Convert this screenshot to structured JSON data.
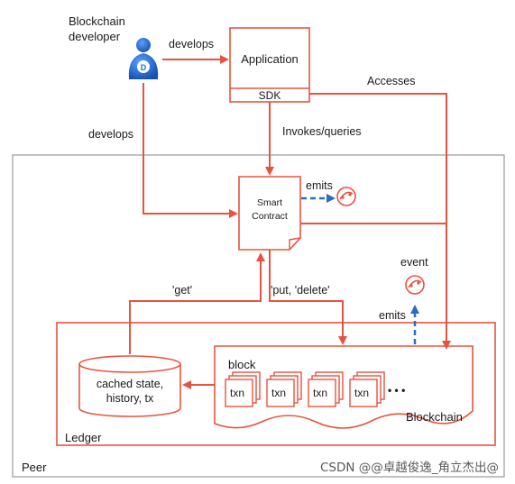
{
  "actors": {
    "developer_line1": "Blockchain",
    "developer_line2": "developer",
    "avatar_letter": "D"
  },
  "application": {
    "title": "Application",
    "sdk": "SDK"
  },
  "edges": {
    "develops_top": "develops",
    "develops_left": "develops",
    "accesses": "Accesses",
    "invokes": "Invokes/queries",
    "emits_contract": "emits",
    "emits_block": "emits",
    "get": "'get'",
    "put_delete": "'put, 'delete'"
  },
  "smart_contract": {
    "line1": "Smart",
    "line2": "Contract"
  },
  "event_label": "event",
  "ledger": {
    "label": "Ledger",
    "state_line1": "cached state,",
    "state_line2": "history, tx",
    "block_label": "block",
    "txn_labels": [
      "txn",
      "txn",
      "txn",
      "txn"
    ],
    "ellipsis": "• • •",
    "blockchain_label": "Blockchain"
  },
  "peer_label": "Peer",
  "watermark": "CSDN @@卓越俊逸_角立杰出@",
  "colors": {
    "accent": "#e8533f",
    "emit_arrow": "#2b6cc4",
    "peer_border": "#9a9a9a",
    "avatar": "#1f6fd6"
  }
}
